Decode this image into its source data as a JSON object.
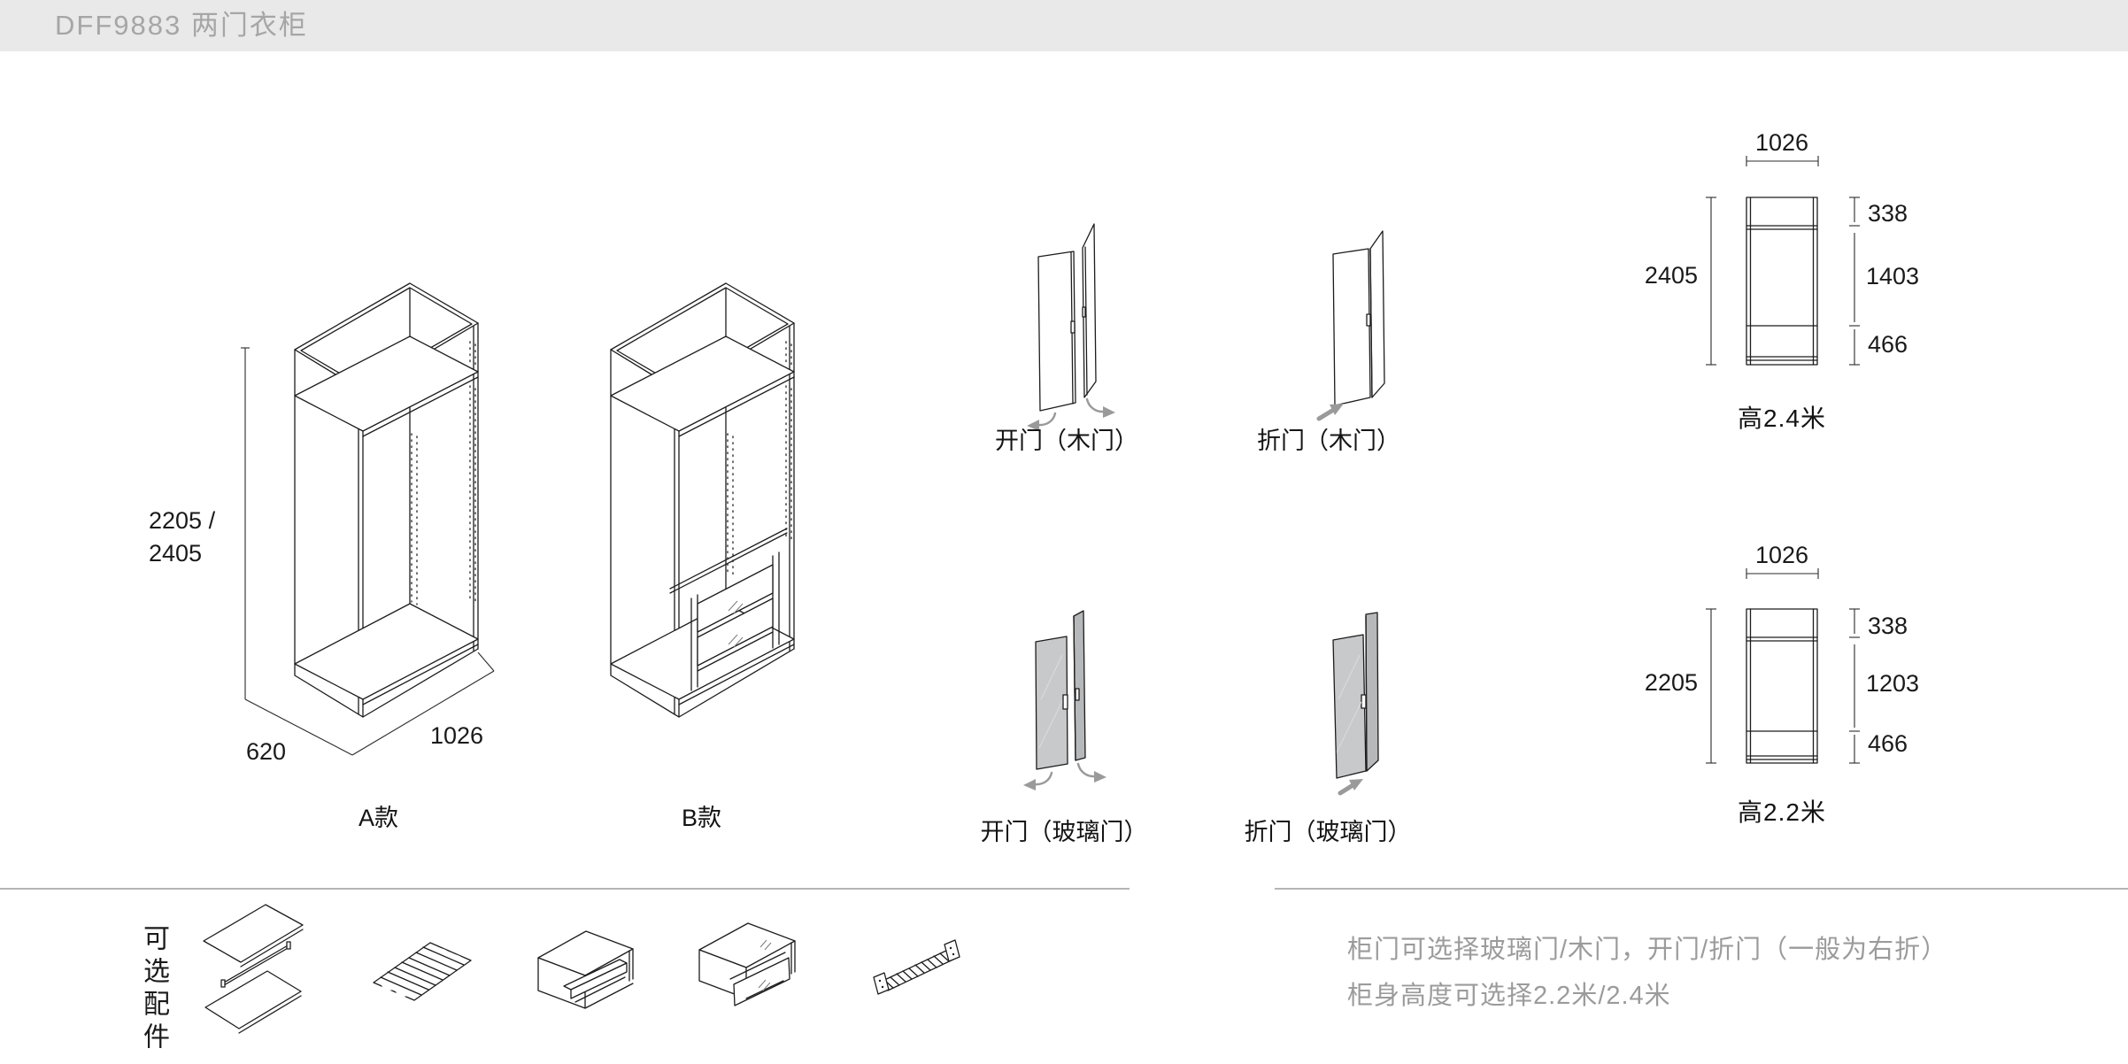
{
  "header": {
    "title": "DFF9883 两门衣柜"
  },
  "variant_a": {
    "label": "A款",
    "dim_height_line1": "2205 /",
    "dim_height_line2": "2405",
    "dim_depth": "620",
    "dim_width": "1026"
  },
  "variant_b": {
    "label": "B款"
  },
  "door_options": {
    "swing_wood": "开门（木门）",
    "fold_wood": "折门（木门）",
    "swing_glass": "开门（玻璃门）",
    "fold_glass": "折门（玻璃门）"
  },
  "elevation_tall": {
    "dim_width": "1026",
    "dim_height": "2405",
    "dim_top": "338",
    "dim_middle": "1403",
    "dim_bottom": "466",
    "caption": "高2.4米"
  },
  "elevation_short": {
    "dim_width": "1026",
    "dim_height": "2205",
    "dim_top": "338",
    "dim_middle": "1203",
    "dim_bottom": "466",
    "caption": "高2.2米"
  },
  "accessories": {
    "title": "可选配件"
  },
  "notes": {
    "line1": "柜门可选择玻璃门/木门，开门/折门（一般为右折）",
    "line2": "柜身高度可选择2.2米/2.4米"
  },
  "colors": {
    "header_bg": "#e9e9e9",
    "header_text": "#a6a6a6",
    "line": "#1c1c1c",
    "dim_text": "#1a1a1a",
    "note_text": "#9b9b9b",
    "glass_fill": "#c8c9cb",
    "glass_dark": "#b7b8ba",
    "arrow": "#9a9a9a",
    "divider": "#b5b5b5"
  }
}
